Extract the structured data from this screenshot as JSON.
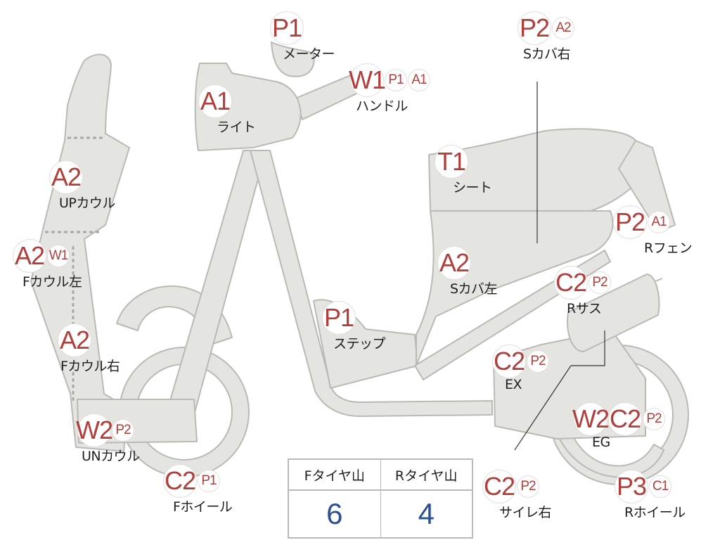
{
  "parts": [
    {
      "id": "meter",
      "codes": [
        "P1"
      ],
      "label": "メーター"
    },
    {
      "id": "light",
      "codes": [
        "A1"
      ],
      "label": "ライト"
    },
    {
      "id": "handle",
      "codes": [
        "W1",
        "P1",
        "A1"
      ],
      "label": "ハンドル"
    },
    {
      "id": "s-cover-right",
      "codes": [
        "P2",
        "A2"
      ],
      "label": "Sカバ右"
    },
    {
      "id": "seat",
      "codes": [
        "T1"
      ],
      "label": "シート"
    },
    {
      "id": "up-cowl",
      "codes": [
        "A2"
      ],
      "label": "UPカウル"
    },
    {
      "id": "r-fender",
      "codes": [
        "P2",
        "A1"
      ],
      "label": "Rフェン"
    },
    {
      "id": "f-cowl-left",
      "codes": [
        "A2",
        "W1"
      ],
      "label": "Fカウル左"
    },
    {
      "id": "s-cover-left",
      "codes": [
        "A2"
      ],
      "label": "Sカバ左"
    },
    {
      "id": "r-suspension",
      "codes": [
        "C2",
        "P2"
      ],
      "label": "Rサス"
    },
    {
      "id": "step",
      "codes": [
        "P1"
      ],
      "label": "ステップ"
    },
    {
      "id": "f-cowl-right",
      "codes": [
        "A2"
      ],
      "label": "Fカウル右"
    },
    {
      "id": "exhaust",
      "codes": [
        "C2",
        "P2"
      ],
      "label": "EX"
    },
    {
      "id": "un-cowl",
      "codes": [
        "W2",
        "P2"
      ],
      "label": "UNカウル"
    },
    {
      "id": "engine",
      "codes": [
        "W2",
        "C2",
        "P2"
      ],
      "label": "EG"
    },
    {
      "id": "f-wheel",
      "codes": [
        "C2",
        "P1"
      ],
      "label": "Fホイール"
    },
    {
      "id": "muffler-right",
      "codes": [
        "C2",
        "P2"
      ],
      "label": "サイレ右"
    },
    {
      "id": "r-wheel",
      "codes": [
        "P3",
        "C1"
      ],
      "label": "Rホイール"
    }
  ],
  "tread": {
    "headers": [
      "Fタイヤ山",
      "Rタイヤ山"
    ],
    "values": [
      "6",
      "4"
    ]
  },
  "colors": {
    "code": "#b23e3c",
    "tread_value": "#2c4f95",
    "body_fill": "#e4e4e1",
    "body_stroke": "#b9b9b5"
  }
}
